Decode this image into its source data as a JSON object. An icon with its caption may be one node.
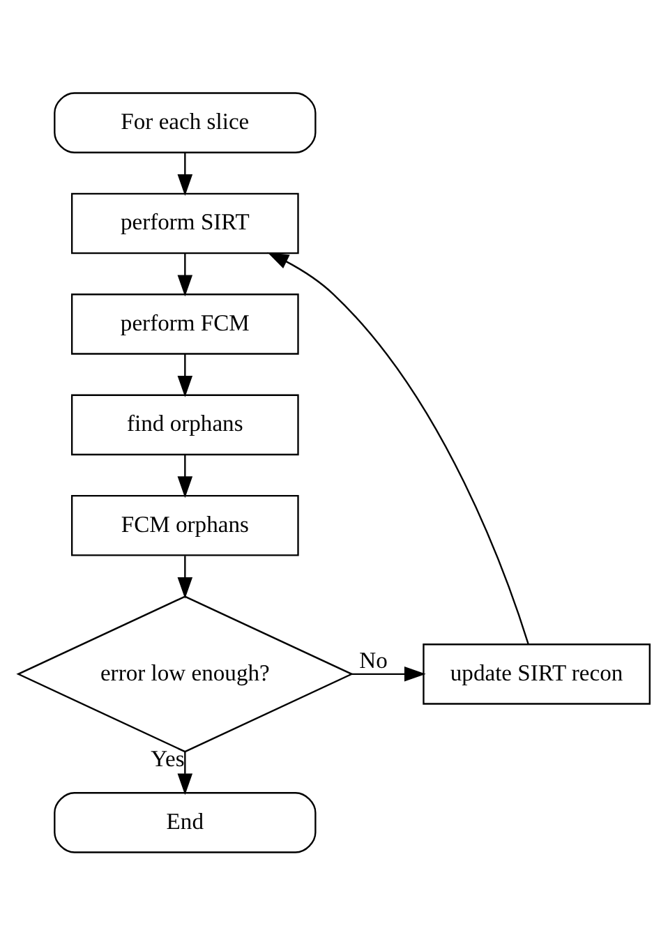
{
  "diagram": {
    "nodes": [
      {
        "text": [
          "For each slice"
        ]
      },
      {
        "text": [
          "perform SIRT"
        ]
      },
      {
        "text": [
          "perform FCM"
        ]
      },
      {
        "text": [
          "find orphans"
        ]
      },
      {
        "text": [
          "FCM orphans"
        ]
      },
      {
        "text": [
          "error low enough?"
        ]
      },
      {
        "text": [
          "update SIRT recon"
        ]
      },
      {
        "text": [
          "End"
        ]
      }
    ],
    "edges": [
      {
        "from": 0,
        "to": 1,
        "arrow": "to"
      },
      {
        "from": 1,
        "to": 2,
        "arrow": "to"
      },
      {
        "from": 2,
        "to": 3,
        "arrow": "to"
      },
      {
        "from": 3,
        "to": 4,
        "arrow": "to"
      },
      {
        "from": 4,
        "to": 5,
        "arrow": "to"
      },
      {
        "from": 5,
        "to": 6,
        "arrow": "to",
        "label": "No"
      },
      {
        "from": 6,
        "to": 1,
        "arrow": "to"
      },
      {
        "from": 5,
        "to": 7,
        "arrow": "to",
        "label": "Yes"
      }
    ]
  }
}
